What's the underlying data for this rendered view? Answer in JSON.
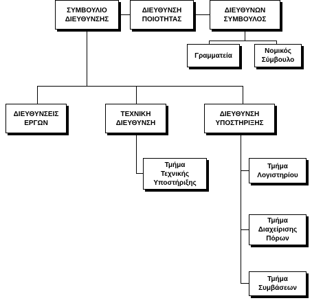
{
  "nodes": {
    "board": "ΣΥΜΒΟΥΛΙΟ\nΔΙΕΥΘΥΝΣΗΣ",
    "quality": "ΔΙΕΥΘΥΝΣΗ\nΠΟΙΟΤΗΤΑΣ",
    "advisor": "ΔΙΕΥΘΥΝΩΝ\nΣΥΜΒΟΥΛΟΣ",
    "secretariat": "Γραμματεία",
    "legal": "Νομικός\nΣύμβουλο",
    "works": "ΔΙΕΥΘΥΝΣΕΙΣ\nΕΡΓΩΝ",
    "technical": "ΤΕΧΝΙΚΗ\nΔΙΕΥΘΥΝΣΗ",
    "support": "ΔΙΕΥΘΥΝΣΗ\nΥΠΟΣΤΗΡΙΞΗΣ",
    "tech_support": "Τμήμα\nΤεχνικής\nΥποστήριξης",
    "accounting": "Τμήμα\nΛογιστηρίου",
    "resources": "Τμήμα\nΔιαχείρισης\nΠόρων",
    "contracts": "Τμήμα\nΣυμβάσεων"
  }
}
